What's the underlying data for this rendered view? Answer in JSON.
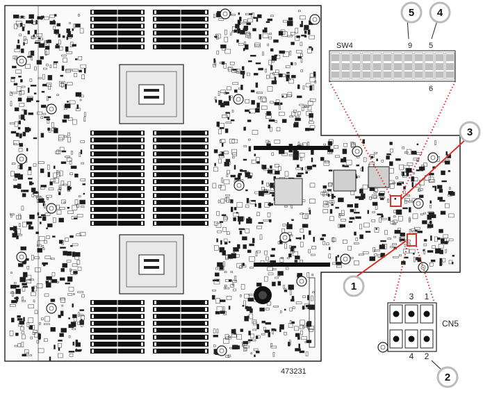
{
  "figure_id": "473231",
  "switch": {
    "name": "SW4",
    "position_labels": [
      "9",
      "5",
      "6"
    ]
  },
  "connector": {
    "name": "CN5",
    "pin_labels": {
      "top_left": "3",
      "top_right": "1",
      "bottom_left": "4",
      "bottom_right": "2"
    }
  },
  "callouts": [
    "1",
    "2",
    "3",
    "4",
    "5"
  ],
  "colors": {
    "board_outline": "#222222",
    "highlight": "#d9302c",
    "dimm_slot": "#111111",
    "switch_cell": "#bfbfbf"
  },
  "icons": {
    "callout": "numbered-callout-bubble",
    "jumper": "jumper-pin-icon"
  }
}
